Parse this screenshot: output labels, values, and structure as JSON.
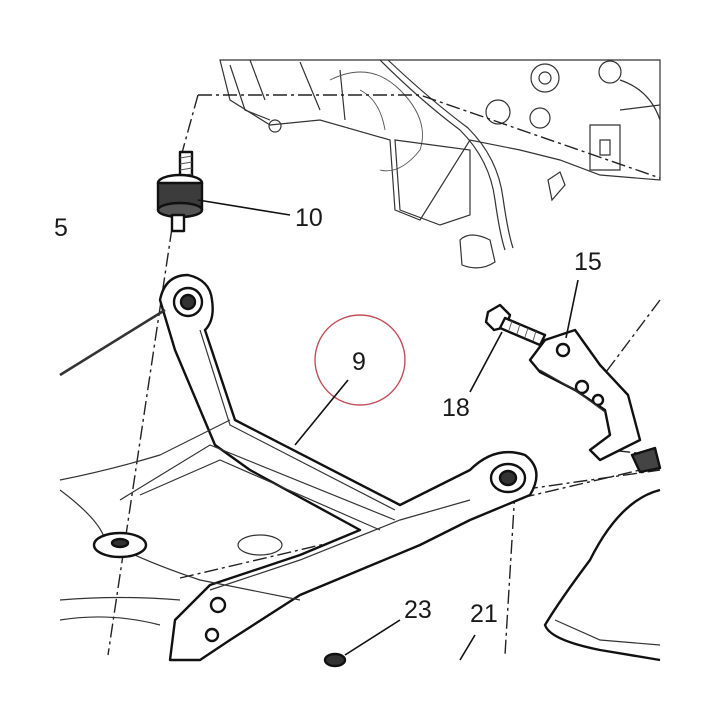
{
  "diagram": {
    "highlight_color": "#c0505a",
    "line_color": "#111111",
    "callouts": [
      {
        "id": "c5",
        "label": "5"
      },
      {
        "id": "c10",
        "label": "10"
      },
      {
        "id": "c9",
        "label": "9"
      },
      {
        "id": "c15",
        "label": "15"
      },
      {
        "id": "c18",
        "label": "18"
      },
      {
        "id": "c23",
        "label": "23"
      },
      {
        "id": "c21",
        "label": "21"
      }
    ]
  }
}
